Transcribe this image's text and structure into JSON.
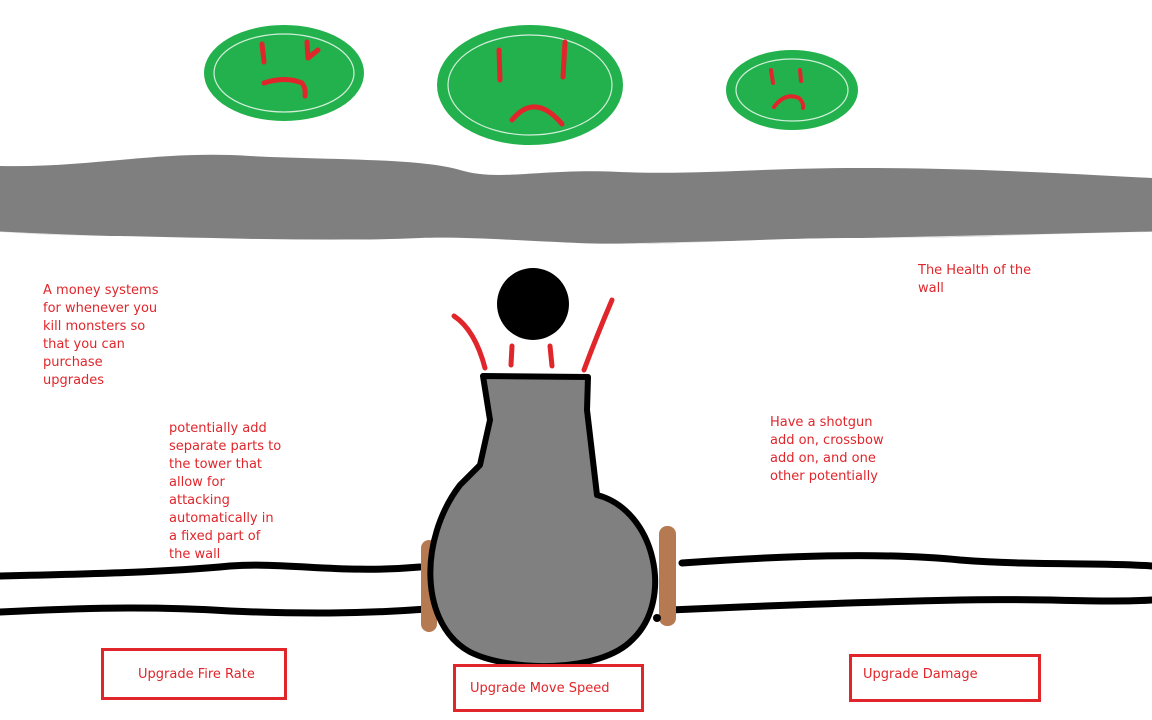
{
  "notes": {
    "money": "A money systems for whenever you kill monsters so that you can purchase upgrades",
    "tower_parts": "potentially add separate parts to the tower that allow for attacking automatically in a fixed part of the wall",
    "wall_health": "The Health of the wall",
    "addons": "Have a shotgun add on, crossbow add on, and one other potentially"
  },
  "buttons": {
    "fire_rate": "Upgrade Fire Rate",
    "move_speed": "Upgrade Move Speed",
    "damage": "Upgrade Damage"
  },
  "monsters": {
    "count": 3
  },
  "colors": {
    "monster_fill": "#22b14c",
    "monster_face": "#e0262b",
    "wall": "#7f7f7f",
    "tower": "#808080",
    "cannonball": "#000000",
    "wheel": "#b57a52",
    "annotation": "#e0262b"
  }
}
